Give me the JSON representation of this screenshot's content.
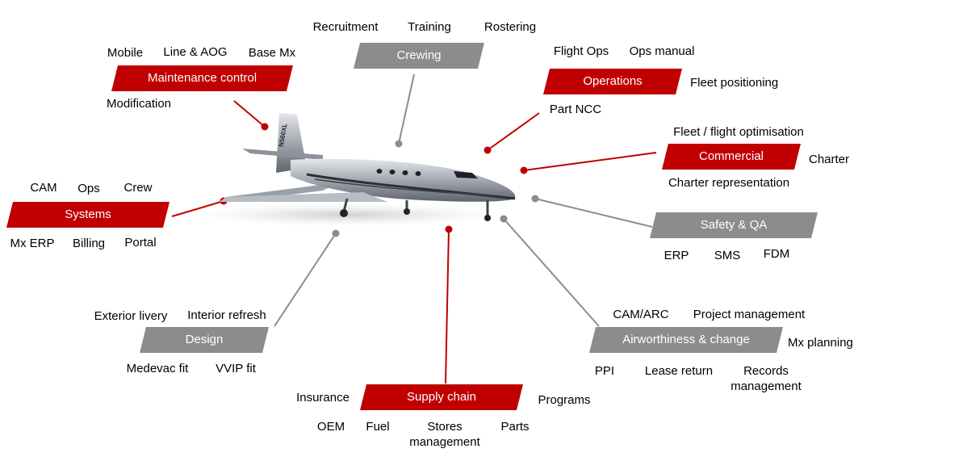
{
  "colors": {
    "red": "#c00000",
    "gray": "#8c8c8c",
    "red_line": "#c00000",
    "gray_line": "#8c8c8c"
  },
  "aircraft": {
    "registration": "N560XL"
  },
  "categories": [
    {
      "id": "crewing",
      "label": "Crewing",
      "color": "gray",
      "items": [
        "Recruitment",
        "Training",
        "Rostering"
      ]
    },
    {
      "id": "maintenance-control",
      "label": "Maintenance control",
      "color": "red",
      "items": [
        "Mobile",
        "Line & AOG",
        "Base Mx",
        "Modification"
      ]
    },
    {
      "id": "operations",
      "label": "Operations",
      "color": "red",
      "items": [
        "Flight Ops",
        "Ops manual",
        "Fleet positioning",
        "Part NCC"
      ]
    },
    {
      "id": "commercial",
      "label": "Commercial",
      "color": "red",
      "items": [
        "Fleet / flight optimisation",
        "Charter",
        "Charter representation"
      ]
    },
    {
      "id": "systems",
      "label": "Systems",
      "color": "red",
      "items": [
        "CAM",
        "Ops",
        "Crew",
        "Mx ERP",
        "Billing",
        "Portal"
      ]
    },
    {
      "id": "safety-qa",
      "label": "Safety & QA",
      "color": "gray",
      "items": [
        "ERP",
        "SMS",
        "FDM"
      ]
    },
    {
      "id": "design",
      "label": "Design",
      "color": "gray",
      "items": [
        "Exterior livery",
        "Interior refresh",
        "Medevac fit",
        "VVIP fit"
      ]
    },
    {
      "id": "airworthiness",
      "label": "Airworthiness & change",
      "color": "gray",
      "items": [
        "CAM/ARC",
        "Project management",
        "Mx planning",
        "PPI",
        "Lease return",
        "Records management"
      ]
    },
    {
      "id": "supply-chain",
      "label": "Supply chain",
      "color": "red",
      "items": [
        "Insurance",
        "Programs",
        "OEM",
        "Fuel",
        "Stores management",
        "Parts"
      ]
    }
  ]
}
